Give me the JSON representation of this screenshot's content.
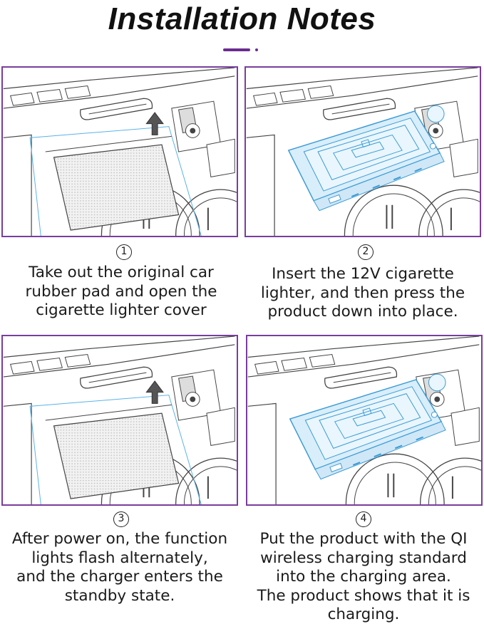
{
  "title": "Installation Notes",
  "accent_color": "#6b2c91",
  "steps": [
    {
      "number": "1",
      "image_icon": "console-open-cover-illustration",
      "lines": [
        "Take out the original car",
        "rubber pad and open the",
        "cigarette lighter cover"
      ]
    },
    {
      "number": "2",
      "image_icon": "charger-inserted-illustration",
      "lines": [
        "Insert the 12V cigarette",
        "lighter, and then press the",
        "product down into place."
      ]
    },
    {
      "number": "3",
      "image_icon": "console-power-on-illustration",
      "lines": [
        "After power on, the function",
        "lights flash alternately,",
        "and the charger enters the",
        "standby state."
      ]
    },
    {
      "number": "4",
      "image_icon": "phone-charging-illustration",
      "lines": [
        "Put the product with the QI",
        "wireless charging standard",
        "into the charging area.",
        "The product shows that it is",
        "charging."
      ]
    }
  ]
}
